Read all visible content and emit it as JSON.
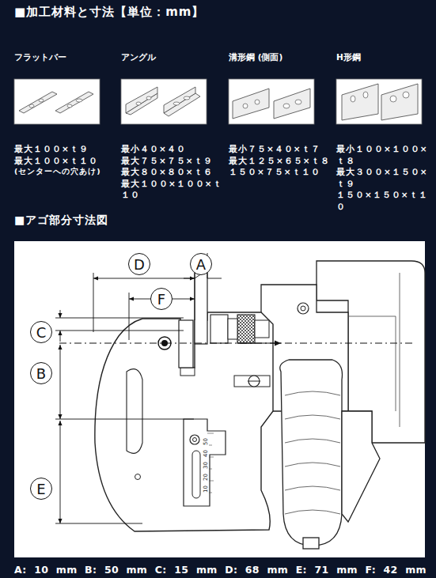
{
  "diagram": {
    "title": "■加工材料と寸法【単位：mm】",
    "caption": "A: 10 mm B: 50 mm C: 15 mm D: 68 mm E: 71 mm F: 42 mm",
    "nodes": [
      {
        "text": [
          "D"
        ]
      },
      {
        "text": [
          "A"
        ]
      },
      {
        "text": [
          "F"
        ]
      },
      {
        "text": [
          "C"
        ]
      },
      {
        "text": [
          "B"
        ]
      },
      {
        "text": [
          "E"
        ]
      }
    ],
    "labels": [
      "■アゴ部分寸法図",
      "フラットバー",
      "アングル",
      "溝形鋼 (側面)",
      "H形鋼",
      "最大１００×ｔ９",
      "最大１００×ｔ１０",
      "(センターへの穴あけ)",
      "最小４０×４０",
      "最大７５×７５×ｔ９",
      "最大８０×８０×ｔ６",
      "最大１００×１００×ｔ１０",
      "最小７５×４０×ｔ７",
      "最大１２５×６５×ｔ８",
      "１５０×７５×ｔ１０",
      "最小１００×１００×ｔ８",
      "最大３００×１５０×ｔ９",
      "１５０×１５０×ｔ１０",
      "10",
      "20",
      "30",
      "40",
      "50"
    ]
  }
}
